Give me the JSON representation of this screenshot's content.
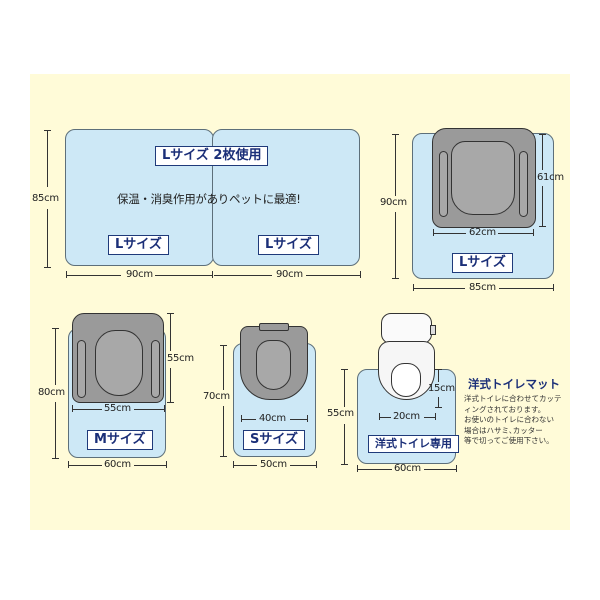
{
  "panel": {
    "background": "#fffbd8",
    "mat_color": "#cde8f6",
    "label_color": "#1b2f78"
  },
  "mat_l_double": {
    "title_label": "Lサイズ 2枚使用",
    "caption": "保温・消臭作用がありペットに最適!",
    "left_label": "Lサイズ",
    "right_label": "Lサイズ",
    "height_dim": "85cm",
    "left_width_dim": "90cm",
    "right_width_dim": "90cm"
  },
  "mat_l_single": {
    "label": "Lサイズ",
    "height_dim": "90cm",
    "width_dim": "85cm",
    "seat_width_dim": "62cm",
    "seat_depth_dim": "61cm"
  },
  "mat_m": {
    "label": "Mサイズ",
    "height_dim": "80cm",
    "width_dim": "60cm",
    "seat_width_dim": "55cm",
    "seat_depth_dim": "55cm"
  },
  "mat_s": {
    "label": "Sサイズ",
    "height_dim": "70cm",
    "width_dim": "50cm",
    "seat_width_dim": "40cm"
  },
  "mat_western": {
    "label": "洋式トイレ専用",
    "height_dim": "55cm",
    "width_dim": "60cm",
    "cutout_width_dim": "20cm",
    "cutout_depth_dim": "15cm"
  },
  "info": {
    "title": "洋式トイレマット",
    "lines": [
      "洋式トイレに合わせてカッテ",
      "ィングされております。",
      "お使いのトイレに合わない",
      "場合はハサミ､カッター",
      "等で切ってご使用下さい。"
    ]
  }
}
